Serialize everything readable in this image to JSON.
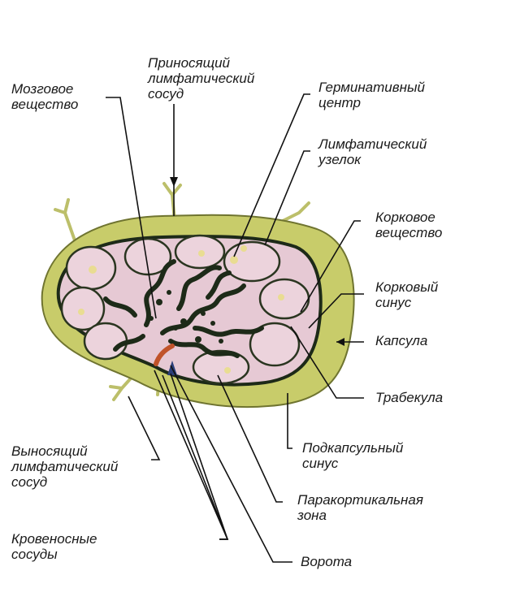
{
  "labels": {
    "medulla": [
      "Мозговое",
      "вещество"
    ],
    "afferent": [
      "Приносящий",
      "лимфатический",
      "сосуд"
    ],
    "germinal": [
      "Герминативный",
      "центр"
    ],
    "nodule": [
      "Лимфатический",
      "узелок"
    ],
    "cortex": [
      "Корковое",
      "вещество"
    ],
    "cortical_sinus": [
      "Корковый",
      "синус"
    ],
    "capsule": [
      "Капсула"
    ],
    "trabecula": [
      "Трабекула"
    ],
    "subcapsular": [
      "Подкапсульный",
      "синус"
    ],
    "paracortical": [
      "Паракортикальная",
      "зона"
    ],
    "hilum": [
      "Ворота"
    ],
    "efferent": [
      "Выносящий",
      "лимфатический",
      "сосуд"
    ],
    "blood_vessels": [
      "Кровеносные",
      "сосуды"
    ]
  },
  "colors": {
    "capsule": "#c8cc6a",
    "capsule_edge": "#6f7430",
    "cortex_fill": "#e6c9d4",
    "nodule_fill": "#ecd3dc",
    "germinal_spot": "#e8e07a",
    "sinus_dark": "#1d2a18",
    "artery": "#c0532a",
    "vein": "#2b3f7a",
    "line": "#111111"
  }
}
